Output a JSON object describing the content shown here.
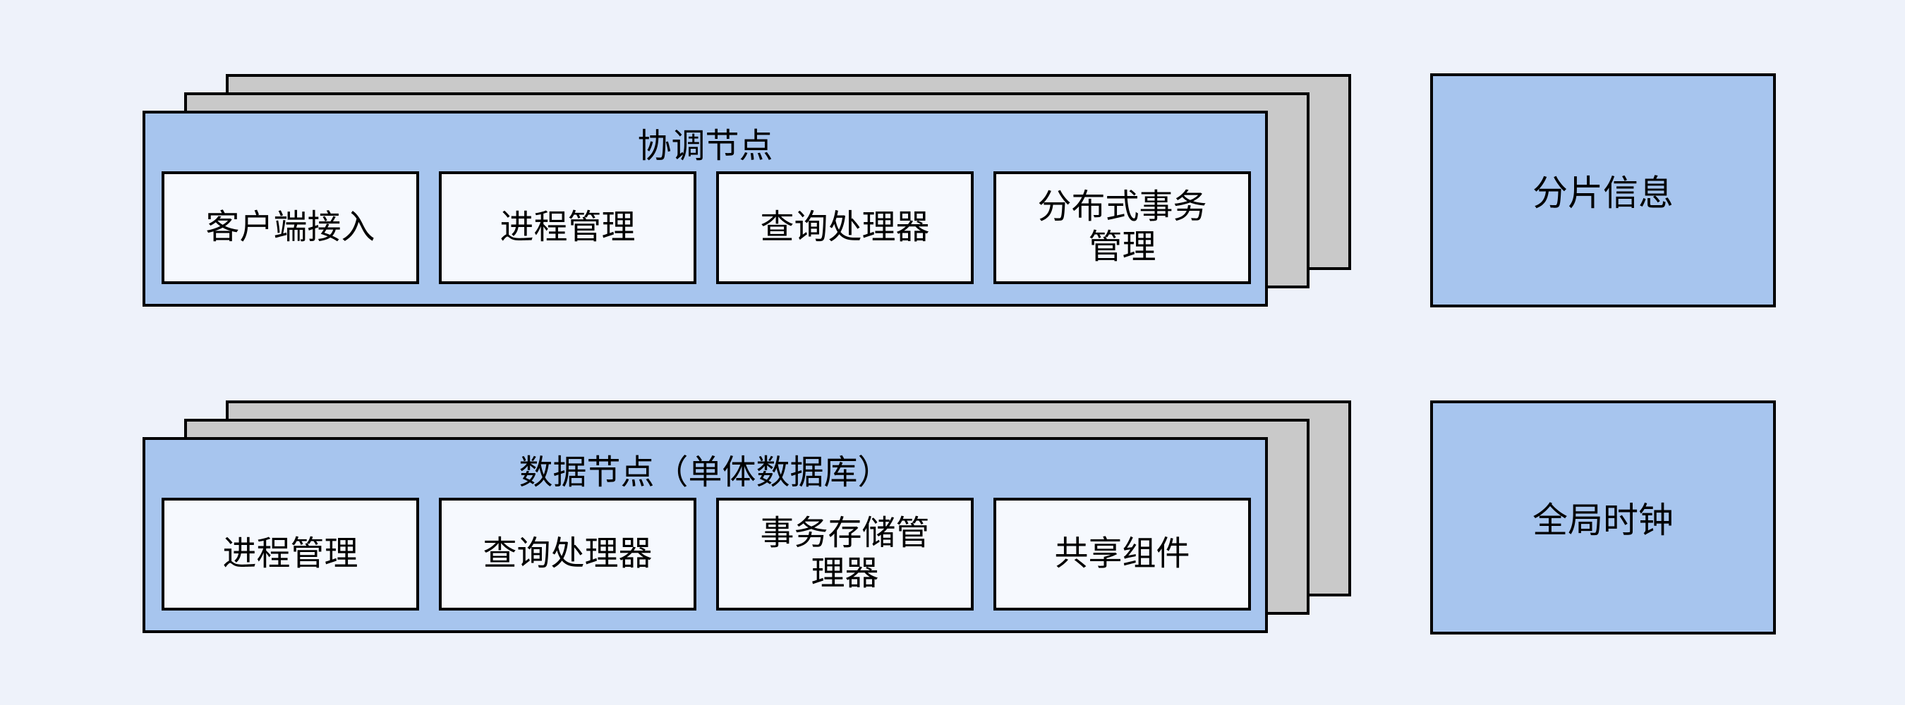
{
  "colors": {
    "background": "#eef2fa",
    "card_blue": "#a7c5ee",
    "card_gray": "#c9c9c9",
    "component_box_fill": "#f6f9fe",
    "border": "#000000"
  },
  "coordinator_stack": {
    "title": "协调节点",
    "boxes": [
      {
        "lines": [
          "客户端接入"
        ]
      },
      {
        "lines": [
          "进程管理"
        ]
      },
      {
        "lines": [
          "查询处理器"
        ]
      },
      {
        "lines": [
          "分布式事务",
          "管理"
        ]
      }
    ]
  },
  "data_node_stack": {
    "title": "数据节点（单体数据库）",
    "boxes": [
      {
        "lines": [
          "进程管理"
        ]
      },
      {
        "lines": [
          "查询处理器"
        ]
      },
      {
        "lines": [
          "事务存储管",
          "理器"
        ]
      },
      {
        "lines": [
          "共享组件"
        ]
      }
    ]
  },
  "side_boxes": [
    {
      "label": "分片信息"
    },
    {
      "label": "全局时钟"
    }
  ]
}
